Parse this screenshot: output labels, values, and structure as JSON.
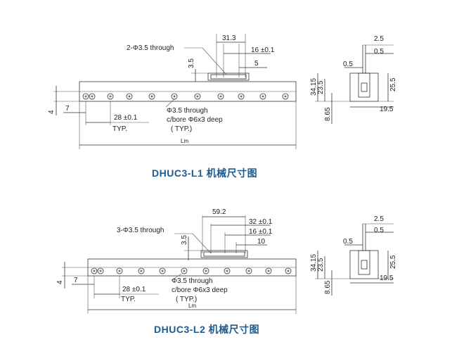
{
  "l1": {
    "callout_holes": "2-Φ3.5 through",
    "dims": {
      "d313": "31.3",
      "d16": "16 ±0.1",
      "d35": "3.5",
      "d5": "5",
      "d4": "4",
      "d7": "7",
      "d28": "28 ±0.1",
      "typ": "TYP.",
      "lm": "Lm"
    },
    "note_line1": "Φ3.5 through",
    "note_line2": "c/bore Φ6x3 deep",
    "note_line3": "( TYP.)",
    "side": {
      "d25": "2.5",
      "d05a": "0.5",
      "d05b": "0.5",
      "d3415": "34.15",
      "d235": "23.5",
      "d255": "25.5",
      "d865": "8.65",
      "d195": "19.5"
    },
    "caption": "DHUC3-L1 机械尺寸图"
  },
  "l2": {
    "callout_holes": "3-Φ3.5 through",
    "dims": {
      "d592": "59.2",
      "d32": "32 ±0.1",
      "d16": "16 ±0.1",
      "d35": "3.5",
      "d10": "10",
      "d4": "4",
      "d7": "7",
      "d28": "28 ±0.1",
      "typ": "TYP.",
      "lm": "Lm"
    },
    "note_line1": "Φ3.5 through",
    "note_line2": "c/bore Φ6x3 deep",
    "note_line3": "( TYP.)",
    "side": {
      "d25": "2.5",
      "d05a": "0.5",
      "d05b": "0.5",
      "d3415": "34.15",
      "d235": "23.5",
      "d255": "25.5",
      "d865": "8.65",
      "d195": "19.5"
    },
    "caption": "DHUC3-L2 机械尺寸图"
  },
  "colors": {
    "caption": "#1f5a8c",
    "line": "#333333"
  }
}
